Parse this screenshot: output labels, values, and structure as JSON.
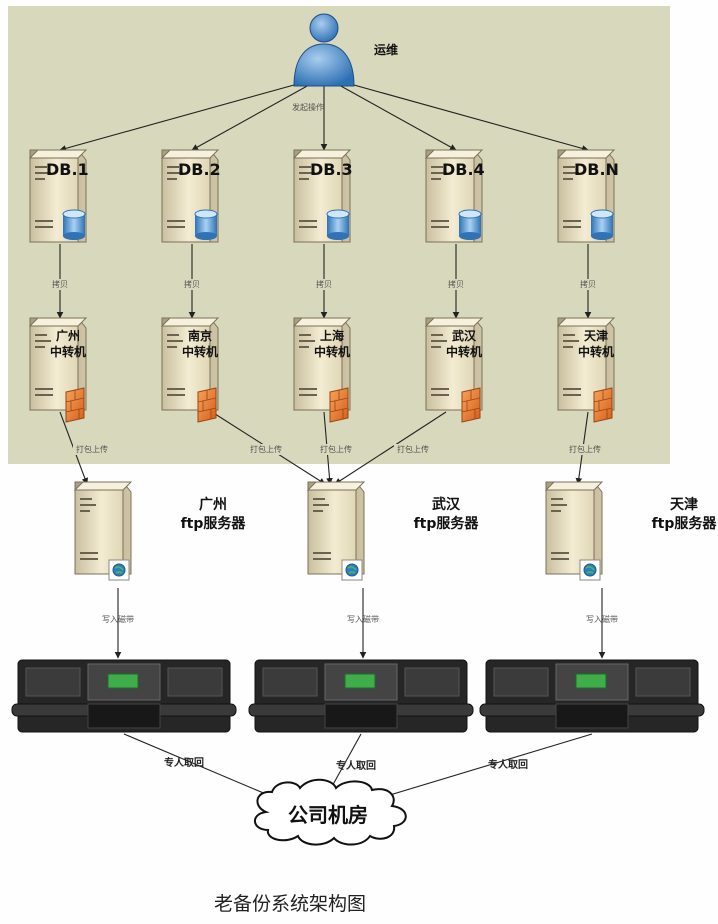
{
  "operator": {
    "label": "运维",
    "action": "发起操作"
  },
  "databases": [
    {
      "label": "DB.1",
      "edge_label": "拷贝"
    },
    {
      "label": "DB.2",
      "edge_label": "拷贝"
    },
    {
      "label": "DB.3",
      "edge_label": "拷贝"
    },
    {
      "label": "DB.4",
      "edge_label": "拷贝"
    },
    {
      "label": "DB.N",
      "edge_label": "拷贝"
    }
  ],
  "relays": [
    {
      "line1": "广州",
      "line2": "中转机",
      "edge_label": "打包上传"
    },
    {
      "line1": "南京",
      "line2": "中转机",
      "edge_label": "打包上传"
    },
    {
      "line1": "上海",
      "line2": "中转机",
      "edge_label": "打包上传"
    },
    {
      "line1": "武汉",
      "line2": "中转机",
      "edge_label": "打包上传"
    },
    {
      "line1": "天津",
      "line2": "中转机",
      "edge_label": "打包上传"
    }
  ],
  "ftp_servers": [
    {
      "line1": "广州",
      "line2": "ftp服务器",
      "edge_label": "写入磁带"
    },
    {
      "line1": "武汉",
      "line2": "ftp服务器",
      "edge_label": "写入磁带"
    },
    {
      "line1": "天津",
      "line2": "ftp服务器",
      "edge_label": "写入磁带"
    }
  ],
  "tape_libraries": [
    {
      "edge_label": "专人取回"
    },
    {
      "edge_label": "专人取回"
    },
    {
      "edge_label": "专人取回"
    }
  ],
  "datacenter": {
    "label": "公司机房"
  },
  "caption": "老备份系统架构图",
  "colors": {
    "panel": "#d8d8bc",
    "server_body": "#efe6c8",
    "tape": "#1e1e1e",
    "lcd": "#3fae4a",
    "firewall": "#e9782d"
  }
}
